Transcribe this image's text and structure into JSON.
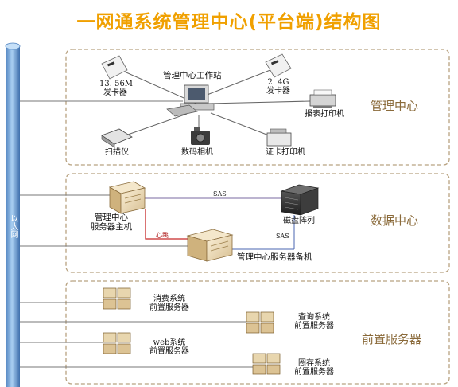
{
  "title": "一网通系统管理中心(平台端)结构图",
  "bus_label": "以太网",
  "sections": {
    "management": "管理中心",
    "data": "数据中心",
    "frontend": "前置服务器"
  },
  "management": {
    "workstation": "管理中心工作站",
    "card_issuer_1": [
      "13. 56M",
      "发卡器"
    ],
    "card_issuer_2": [
      "2. 4G",
      "发卡器"
    ],
    "report_printer": "报表打印机",
    "scanner": "扫描仪",
    "camera": "数码相机",
    "card_printer": "证卡打印机"
  },
  "data_center": {
    "main_server": [
      "管理中心",
      "服务器主机"
    ],
    "disk_array": "磁盘阵列",
    "backup_server": "管理中心服务器备机",
    "heartbeat": "心跳",
    "sas_top": "SAS",
    "sas_right": "SAS"
  },
  "frontend": {
    "consume": [
      "消费系统",
      "前置服务器"
    ],
    "query": [
      "查询系统",
      "前置服务器"
    ],
    "web": [
      "web系统",
      "前置服务器"
    ],
    "deposit": [
      "圈存系统",
      "前置服务器"
    ]
  },
  "colors": {
    "title": "#f0a000",
    "section_border": "#b8a280",
    "section_text": "#8a6a3a",
    "bus": "#6fa2d8",
    "heartbeat_line": "#c62828",
    "link_line": "#777777"
  }
}
